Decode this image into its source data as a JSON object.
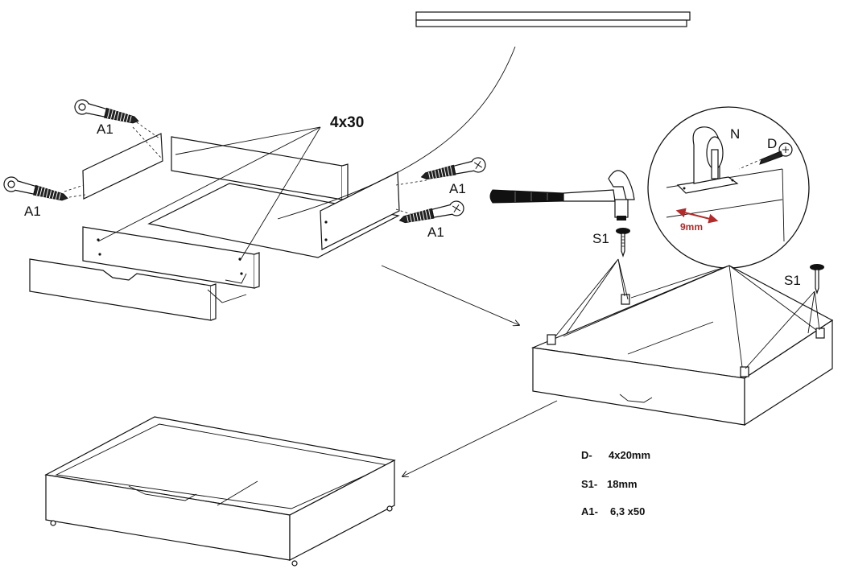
{
  "labels": {
    "screw_4x30": "4x30",
    "a1": "A1",
    "s1": "S1",
    "n": "N",
    "d": "D",
    "gap_9mm": "9mm"
  },
  "legend": [
    {
      "code": "D-",
      "size": "4x20mm"
    },
    {
      "code": "S1-",
      "size": "18mm"
    },
    {
      "code": "A1-",
      "size": "6,3 x50"
    }
  ],
  "colors": {
    "line": "#111111",
    "dimension": "#b22a2a",
    "background": "#ffffff"
  },
  "icons": [
    "dowel-icon",
    "nail-icon",
    "hammer-icon",
    "castor-wheel-icon",
    "screw-icon"
  ]
}
